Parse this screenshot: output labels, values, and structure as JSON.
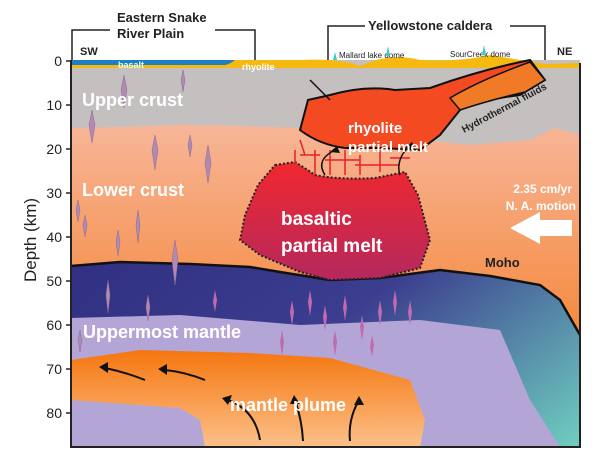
{
  "regions": {
    "esrp": "Eastern Snake River Plain",
    "esrp_line1": "Eastern Snake",
    "esrp_line2": "River Plain",
    "caldera": "Yellowstone caldera"
  },
  "directions": {
    "left": "SW",
    "right": "NE"
  },
  "domes": {
    "mallard": "Mallard lake dome",
    "sourcreek": "SourCreek dome"
  },
  "surface": {
    "basalt": "basalt",
    "rhyolite": "rhyolite"
  },
  "layers": {
    "upper_crust": "Upper crust",
    "lower_crust": "Lower crust",
    "uppermost_mantle": "Uppermost mantle",
    "mantle_plume": "mantle plume",
    "moho": "Moho"
  },
  "bodies": {
    "rhyolite_melt_1": "rhyolite",
    "rhyolite_melt_2": "partial melt",
    "basaltic_melt_1": "basaltic",
    "basaltic_melt_2": "partial melt",
    "hydrothermal": "Hydrothermal fluids"
  },
  "motion": {
    "rate": "2.35 cm/yr",
    "label": "N. A. motion"
  },
  "axis": {
    "label": "Depth (km)",
    "ticks": [
      "0",
      "10",
      "20",
      "30",
      "40",
      "50",
      "60",
      "70",
      "80"
    ]
  },
  "colors": {
    "basalt": "#1e7fc4",
    "rhyolite": "#f5b90f",
    "upper_crust": "#c4c0c0",
    "lower_crust": "#f7a070",
    "mantle": "#2e2a7a",
    "plume": "#f57d1e",
    "deep_mantle": "#b3a6d6",
    "rhyolite_melt": "#f44a22",
    "basaltic_melt": "#e0263a"
  }
}
